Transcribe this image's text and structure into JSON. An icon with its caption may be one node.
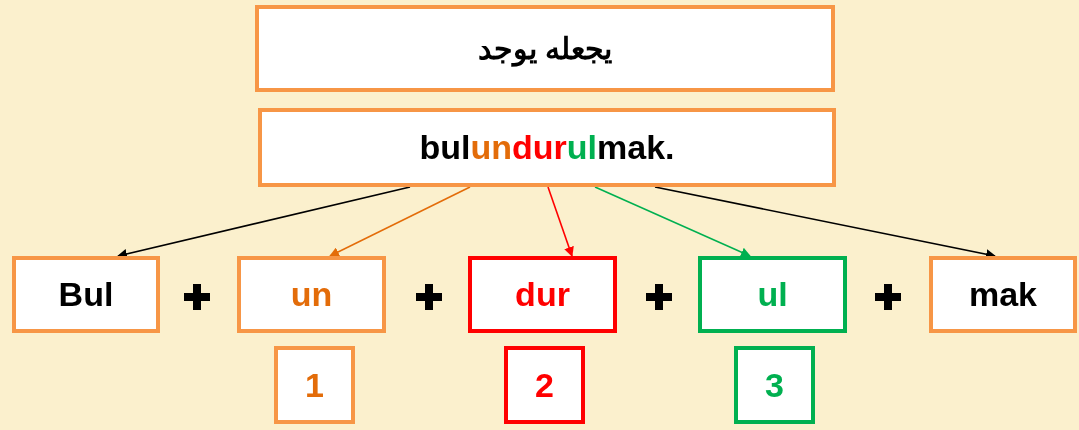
{
  "diagram": {
    "nodes": [
      {
        "text": [
          "يجعله يوجد"
        ]
      },
      {
        "text": [
          "bulundurulmak."
        ]
      },
      {
        "text": [
          "Bul"
        ]
      },
      {
        "text": [
          "un"
        ]
      },
      {
        "text": [
          "dur"
        ]
      },
      {
        "text": [
          "ul"
        ]
      },
      {
        "text": [
          "mak"
        ]
      },
      {
        "text": [
          "1"
        ]
      },
      {
        "text": [
          "2"
        ]
      },
      {
        "text": [
          "3"
        ]
      }
    ],
    "edges": [
      {
        "from": 1,
        "to": 2,
        "arrow": "to"
      },
      {
        "from": 1,
        "to": 3,
        "arrow": "to",
        "color": "#e36c09"
      },
      {
        "from": 1,
        "to": 4,
        "arrow": "to",
        "color": "#ff0000"
      },
      {
        "from": 1,
        "to": 5,
        "arrow": "to",
        "color": "#00b050"
      },
      {
        "from": 1,
        "to": 6,
        "arrow": "to"
      }
    ]
  }
}
